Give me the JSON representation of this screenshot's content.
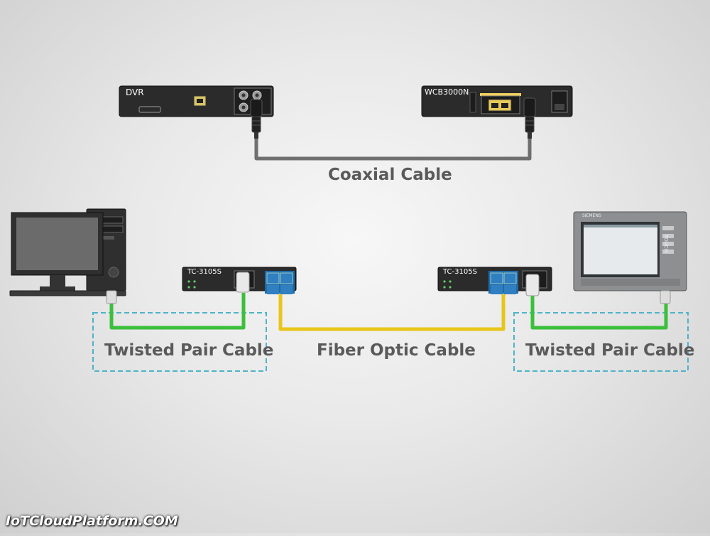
{
  "devices": {
    "dvr": {
      "label": "DVR"
    },
    "wcb": {
      "label": "WCB3000N"
    },
    "converter_left": {
      "label": "TC-3105S"
    },
    "converter_right": {
      "label": "TC-3105S"
    },
    "hmi": {
      "brand": "SIEMENS",
      "touch": "TOUCH"
    }
  },
  "cables": {
    "coaxial": "Coaxial Cable",
    "fiber": "Fiber Optic Cable",
    "twisted_left": "Twisted Pair Cable",
    "twisted_right": "Twisted Pair Cable"
  },
  "colors": {
    "coax": "#6f6f6f",
    "twisted_pair": "#3cbf3c",
    "fiber": "#e8c619",
    "dashed_box": "#4fb3c8",
    "device": "#2b2b2b",
    "port_blue": "#2f7fc1"
  },
  "watermark": "IoTCloudPlatform.COM"
}
